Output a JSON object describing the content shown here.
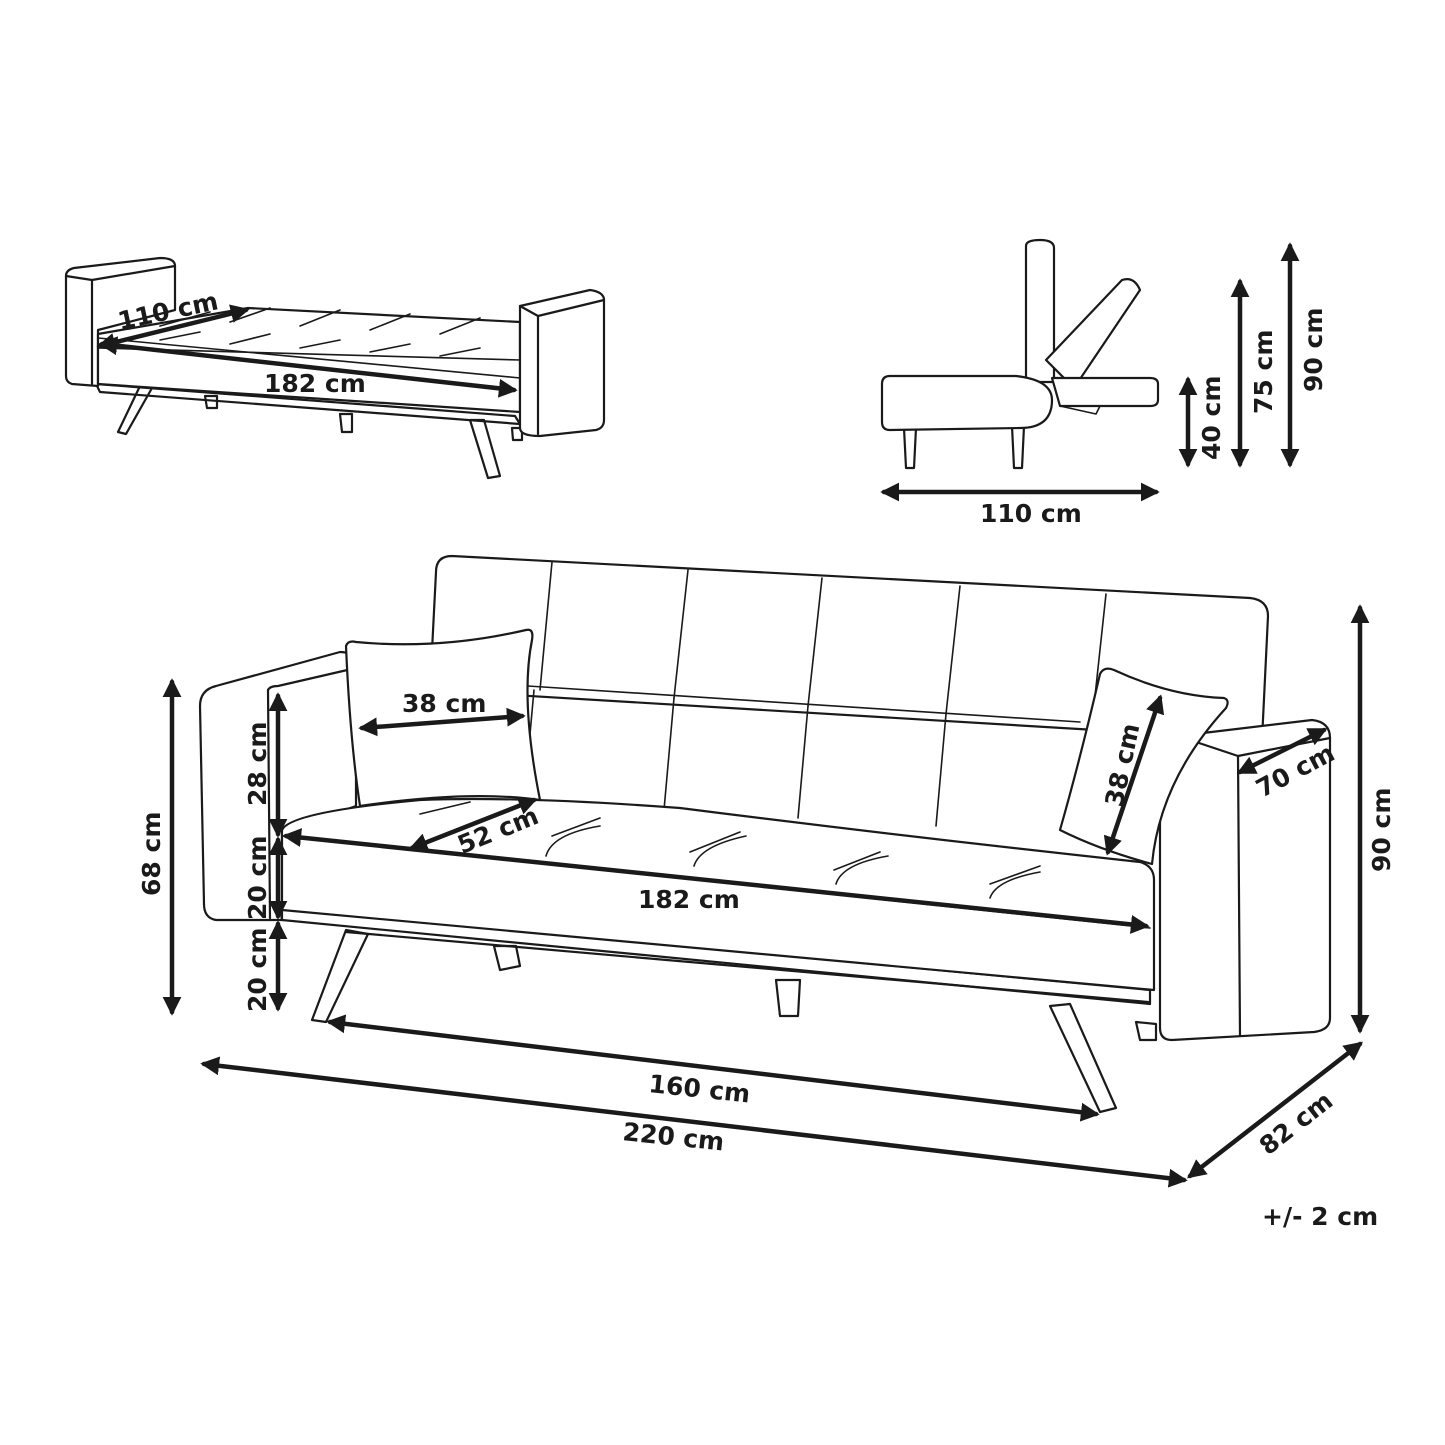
{
  "top_left_view": {
    "depth_label": "110 cm",
    "length_label": "182 cm"
  },
  "side_view": {
    "depth_label": "110 cm",
    "seat_height_label": "40 cm",
    "reclined_height_label": "75 cm",
    "total_height_label": "90 cm"
  },
  "main_view": {
    "pillow_width_label": "38 cm",
    "pillow_height_label": "38 cm",
    "backrest_height_label": "28 cm",
    "seat_thickness_label": "20 cm",
    "leg_height_label": "20 cm",
    "armrest_height_label": "68 cm",
    "seat_depth_label": "52 cm",
    "seat_length_label": "182 cm",
    "armrest_depth_label": "70 cm",
    "total_height_label": "90 cm",
    "between_legs_label": "160 cm",
    "total_length_label": "220 cm",
    "total_depth_label": "82 cm"
  },
  "tolerance_label": "+/- 2 cm"
}
